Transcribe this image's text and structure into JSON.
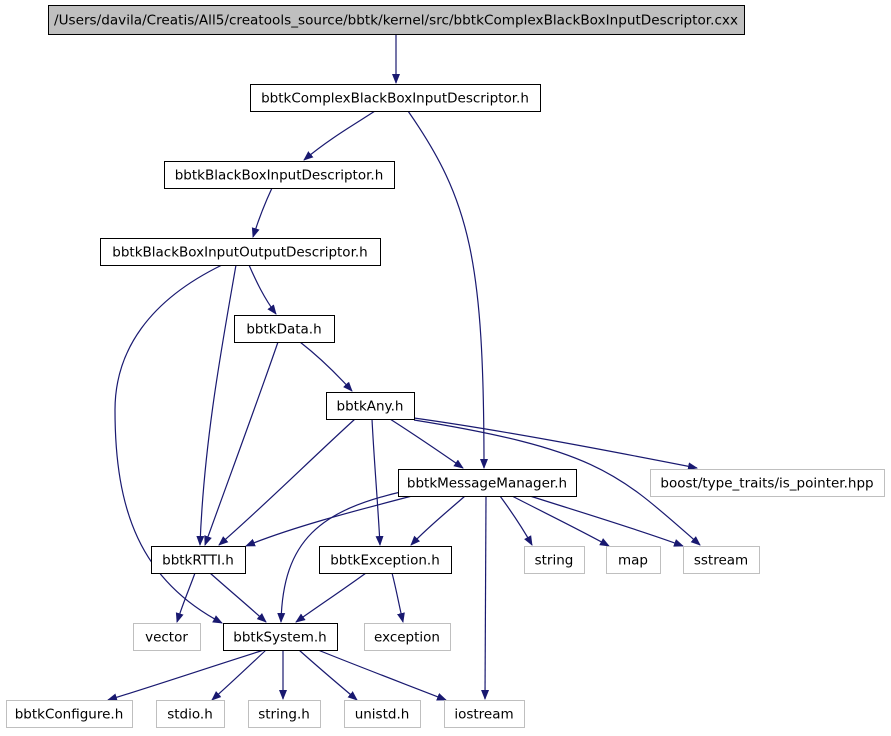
{
  "diagram": {
    "colors": {
      "edge": "#191970",
      "node_border": "#000000",
      "external_border": "#bfbfbf",
      "root_fill": "#bfbfbf",
      "node_fill": "#ffffff"
    },
    "nodes": [
      {
        "id": "root",
        "label": "/Users/davila/Creatis/All5/creatools_source/bbtk/kernel/src/bbtkComplexBlackBoxInputDescriptor.cxx",
        "kind": "root"
      },
      {
        "id": "cbbid",
        "label": "bbtkComplexBlackBoxInputDescriptor.h",
        "kind": "file"
      },
      {
        "id": "bbid",
        "label": "bbtkBlackBoxInputDescriptor.h",
        "kind": "file"
      },
      {
        "id": "bbiod",
        "label": "bbtkBlackBoxInputOutputDescriptor.h",
        "kind": "file"
      },
      {
        "id": "data",
        "label": "bbtkData.h",
        "kind": "file"
      },
      {
        "id": "any",
        "label": "bbtkAny.h",
        "kind": "file"
      },
      {
        "id": "msg",
        "label": "bbtkMessageManager.h",
        "kind": "file"
      },
      {
        "id": "ispointer",
        "label": "boost/type_traits/is_pointer.hpp",
        "kind": "external"
      },
      {
        "id": "rtti",
        "label": "bbtkRTTI.h",
        "kind": "file"
      },
      {
        "id": "exc",
        "label": "bbtkException.h",
        "kind": "file"
      },
      {
        "id": "string",
        "label": "string",
        "kind": "external"
      },
      {
        "id": "map",
        "label": "map",
        "kind": "external"
      },
      {
        "id": "sstream",
        "label": "sstream",
        "kind": "external"
      },
      {
        "id": "vector",
        "label": "vector",
        "kind": "external"
      },
      {
        "id": "system",
        "label": "bbtkSystem.h",
        "kind": "file"
      },
      {
        "id": "exception",
        "label": "exception",
        "kind": "external"
      },
      {
        "id": "config",
        "label": "bbtkConfigure.h",
        "kind": "external"
      },
      {
        "id": "stdio",
        "label": "stdio.h",
        "kind": "external"
      },
      {
        "id": "stringh",
        "label": "string.h",
        "kind": "external"
      },
      {
        "id": "unistd",
        "label": "unistd.h",
        "kind": "external"
      },
      {
        "id": "iostream",
        "label": "iostream",
        "kind": "external"
      }
    ],
    "edges": [
      {
        "from": "root",
        "to": "cbbid"
      },
      {
        "from": "cbbid",
        "to": "bbid"
      },
      {
        "from": "cbbid",
        "to": "msg"
      },
      {
        "from": "bbid",
        "to": "bbiod"
      },
      {
        "from": "bbiod",
        "to": "data"
      },
      {
        "from": "bbiod",
        "to": "rtti"
      },
      {
        "from": "bbiod",
        "to": "system"
      },
      {
        "from": "data",
        "to": "any"
      },
      {
        "from": "data",
        "to": "rtti"
      },
      {
        "from": "any",
        "to": "msg"
      },
      {
        "from": "any",
        "to": "ispointer"
      },
      {
        "from": "any",
        "to": "sstream"
      },
      {
        "from": "any",
        "to": "rtti"
      },
      {
        "from": "any",
        "to": "exc"
      },
      {
        "from": "msg",
        "to": "rtti"
      },
      {
        "from": "msg",
        "to": "exc"
      },
      {
        "from": "msg",
        "to": "string"
      },
      {
        "from": "msg",
        "to": "map"
      },
      {
        "from": "msg",
        "to": "sstream"
      },
      {
        "from": "msg",
        "to": "system"
      },
      {
        "from": "msg",
        "to": "iostream"
      },
      {
        "from": "rtti",
        "to": "vector"
      },
      {
        "from": "rtti",
        "to": "system"
      },
      {
        "from": "exc",
        "to": "system"
      },
      {
        "from": "exc",
        "to": "exception"
      },
      {
        "from": "system",
        "to": "config"
      },
      {
        "from": "system",
        "to": "stdio"
      },
      {
        "from": "system",
        "to": "stringh"
      },
      {
        "from": "system",
        "to": "unistd"
      },
      {
        "from": "system",
        "to": "iostream"
      }
    ]
  }
}
